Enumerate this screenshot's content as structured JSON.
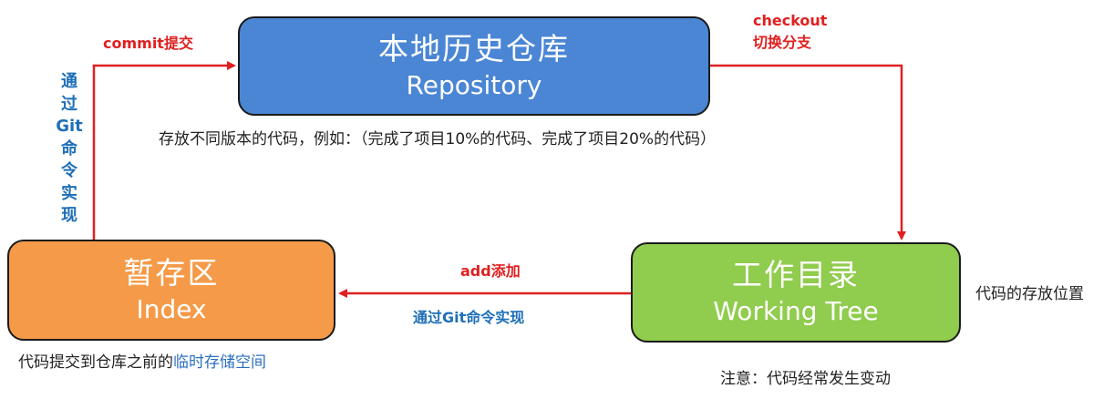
{
  "colors": {
    "repository_box": "#4a86d4",
    "index_box": "#f59a48",
    "working_tree_box": "#90cc4d",
    "arrow": "#e02020",
    "blue_label": "#1e6fb8",
    "red_label": "#e02020"
  },
  "repository": {
    "title_cn": "本地历史仓库",
    "title_en": "Repository",
    "description": "存放不同版本的代码，例如：（完成了项目10%的代码、完成了项目20%的代码）"
  },
  "index": {
    "title_cn": "暂存区",
    "title_en": "Index",
    "description_prefix": "代码提交到仓库之前的",
    "description_highlight": "临时存储空间"
  },
  "working_tree": {
    "title_cn": "工作目录",
    "title_en": "Working Tree",
    "side_note": "代码的存放位置",
    "bottom_note": "注意：代码经常发生变动"
  },
  "labels": {
    "commit": "commit提交",
    "checkout_line1": "checkout",
    "checkout_line2": "切换分支",
    "add": "add添加",
    "via_git_horizontal": "通过Git命令实现",
    "via_git_vertical": [
      "通",
      "过",
      "Git",
      "命",
      "令",
      "实",
      "现"
    ]
  }
}
